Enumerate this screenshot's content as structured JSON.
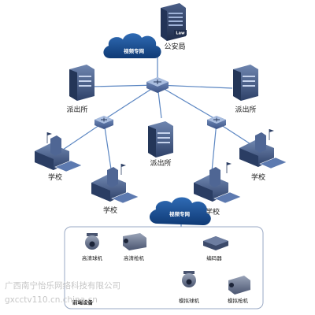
{
  "nodes": {
    "ps_bureau": "公安局",
    "station_left": "派出所",
    "station_right": "派出所",
    "station_center": "派出所",
    "school_left_1": "学校",
    "school_left_2": "学校",
    "school_right_1": "学校",
    "school_right_2": "学校"
  },
  "clouds": {
    "top": "视频专网",
    "bottom": "视频专网"
  },
  "bureau_badge": "Law",
  "front_end": {
    "title": "前端设备",
    "hd_dome": "高清球机",
    "hd_bullet": "高清枪机",
    "encoder": "编码器",
    "analog_dome": "模拟球机",
    "analog_bullet": "模拟枪机"
  },
  "watermark": {
    "line1": "广西南宁怡乐网络科技有限公司",
    "line2": "gxcctv110.cn.china.cn"
  },
  "colors": {
    "link": "#5b86c2",
    "cloud": "#1c4f93",
    "building": "#3a4f7a",
    "panel_border": "#9aa9c4"
  }
}
